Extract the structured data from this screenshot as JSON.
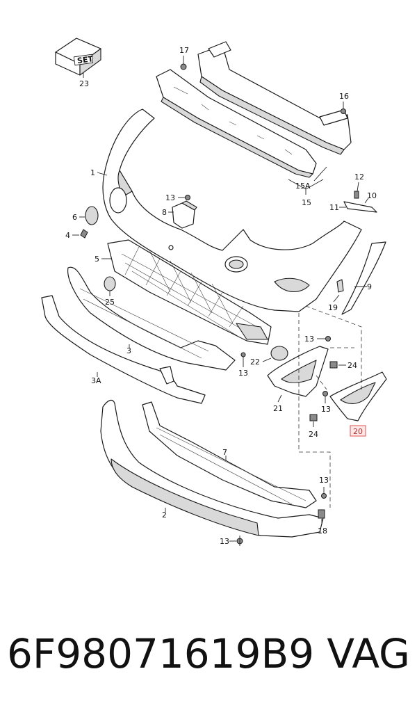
{
  "diagram": {
    "callouts": {
      "c1": "1",
      "c2": "2",
      "c3": "3",
      "c3a": "3A",
      "c4": "4",
      "c5": "5",
      "c6": "6",
      "c7": "7",
      "c8": "8",
      "c9": "9",
      "c10": "10",
      "c11": "11",
      "c12": "12",
      "c13a": "13",
      "c13b": "13",
      "c13c": "13",
      "c13d": "13",
      "c13e": "13",
      "c13f": "13",
      "c15": "15",
      "c15a": "15A",
      "c16": "16",
      "c17": "17",
      "c18": "18",
      "c19": "19",
      "c20": "20",
      "c21": "21",
      "c22": "22",
      "c23": "23",
      "c24a": "24",
      "c24b": "24",
      "c25": "25"
    },
    "set_label": "SET",
    "highlighted_part": "20",
    "highlight_color": "#e05050"
  },
  "caption": {
    "part_number": "6F98071619B9",
    "brand": "VAG"
  }
}
